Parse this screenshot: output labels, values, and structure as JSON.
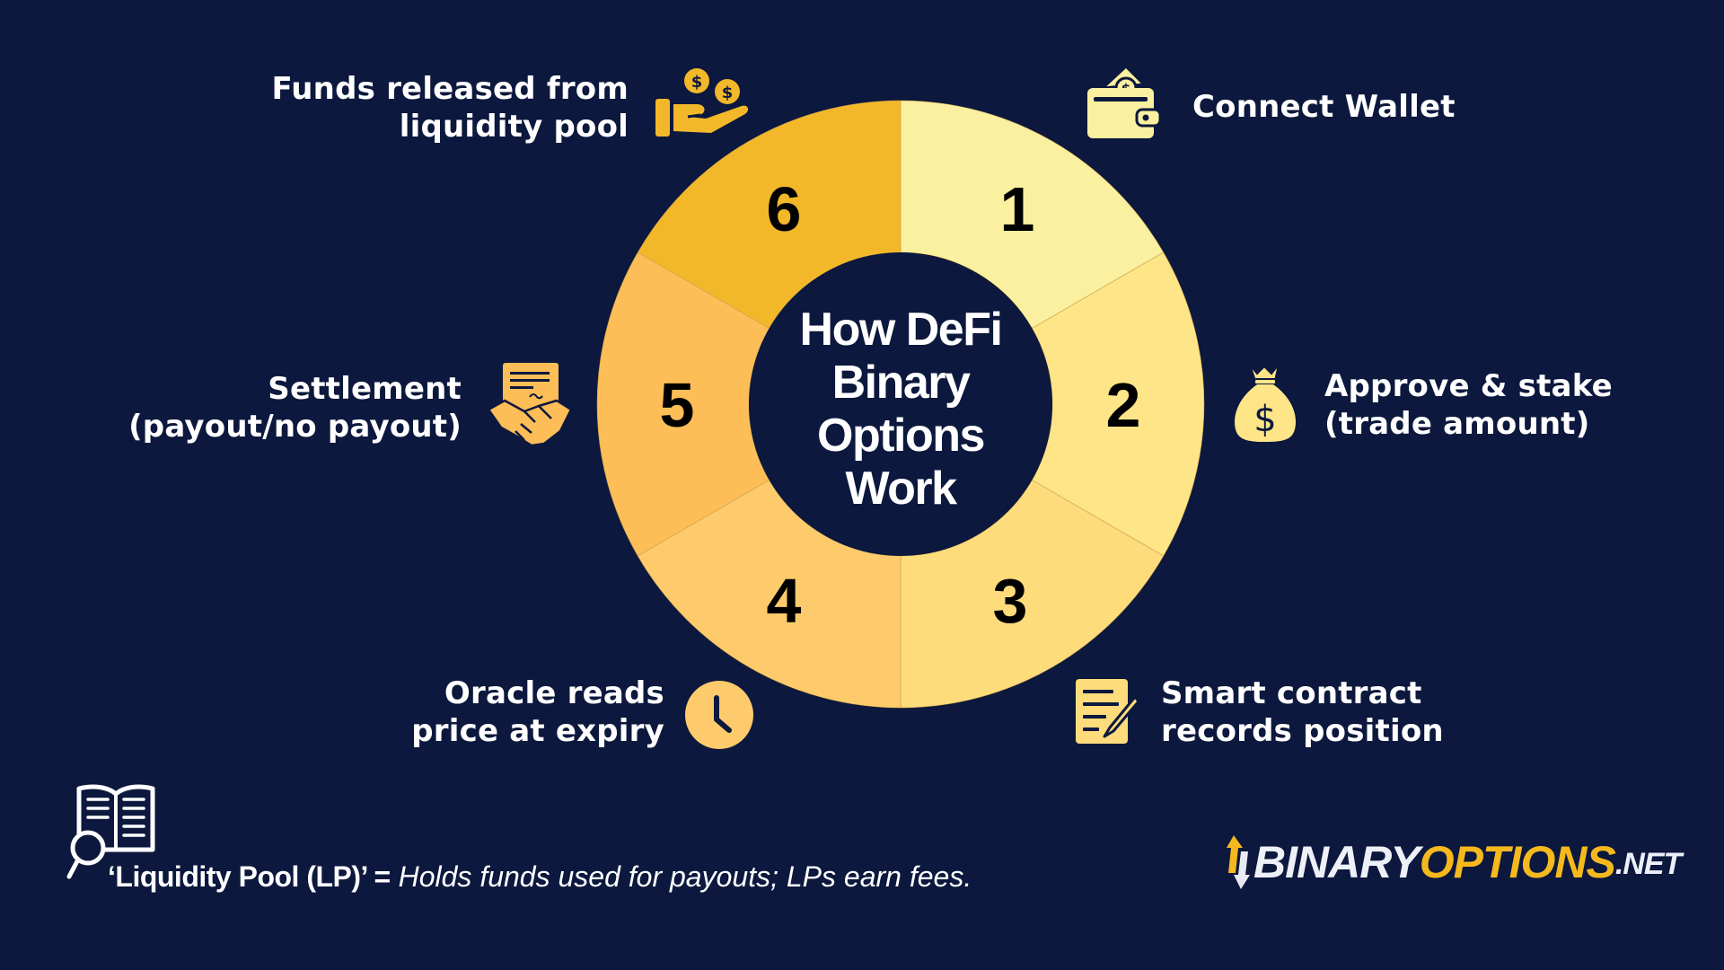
{
  "title": {
    "lines": [
      "How DeFi",
      "Binary",
      "Options",
      "Work"
    ]
  },
  "colors": {
    "background": "#0c183d",
    "segments": [
      "#faf0a0",
      "#fde588",
      "#fedc7c",
      "#fecb6c",
      "#fdbd57",
      "#f2b82a"
    ],
    "text": "#ffffff",
    "digit": "#000000"
  },
  "steps": [
    {
      "number": "1",
      "icon": "wallet-icon",
      "lines": [
        "Connect Wallet"
      ]
    },
    {
      "number": "2",
      "icon": "money-bag-icon",
      "lines": [
        "Approve & stake",
        "(trade amount)"
      ]
    },
    {
      "number": "3",
      "icon": "contract-edit-icon",
      "lines": [
        "Smart contract",
        "records position"
      ]
    },
    {
      "number": "4",
      "icon": "clock-icon",
      "lines": [
        "Oracle reads",
        "price at expiry"
      ]
    },
    {
      "number": "5",
      "icon": "handshake-agreement-icon",
      "lines": [
        "Settlement",
        "(payout/no payout)"
      ]
    },
    {
      "number": "6",
      "icon": "hand-coins-icon",
      "lines": [
        "Funds released from",
        "liquidity pool"
      ]
    }
  ],
  "footnote": {
    "icon": "book-search-icon",
    "term": "‘Liquidity Pool (LP)’ =",
    "definition": "Holds funds used for payouts; LPs earn fees."
  },
  "logo": {
    "part1": "BINARY",
    "part2": "OPTIONS",
    "part3": ".NET"
  }
}
